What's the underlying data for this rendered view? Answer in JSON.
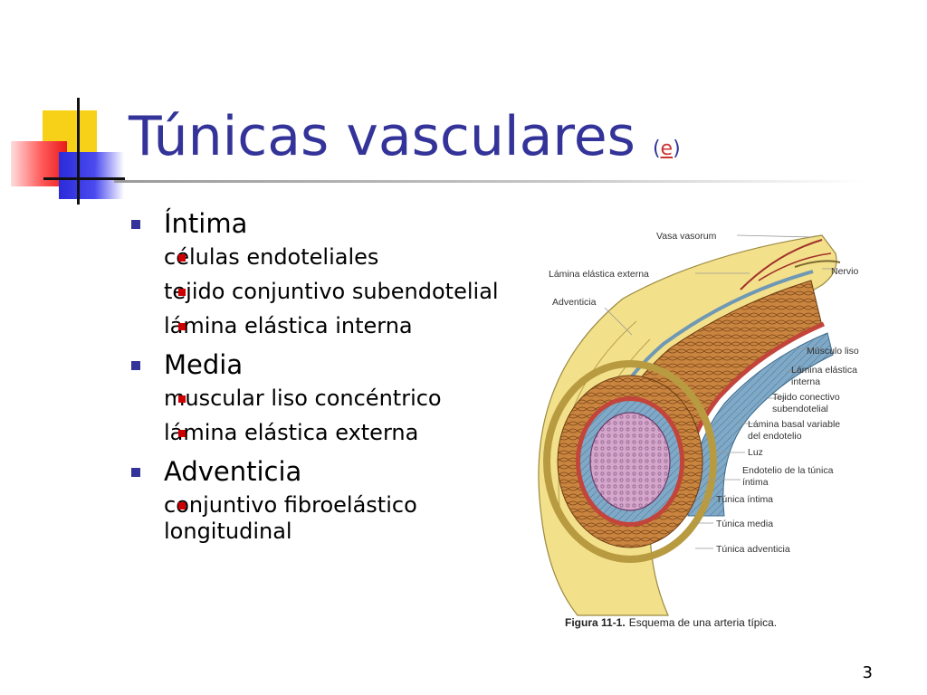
{
  "slide": {
    "title": "Túnicas vasculares",
    "title_ref_open": "(",
    "title_ref_link": "e",
    "title_ref_close": ")",
    "page_number": "3"
  },
  "bullets": [
    {
      "label": "Íntima",
      "items": [
        "células endoteliales",
        "tejido conjuntivo subendotelial",
        "lámina elástica interna"
      ]
    },
    {
      "label": "Media",
      "items": [
        "muscular liso concéntrico",
        "lámina elástica externa"
      ]
    },
    {
      "label": "Adventicia",
      "items": [
        "conjuntivo fibroelástico longitudinal"
      ]
    }
  ],
  "figure": {
    "labels": {
      "vasa_vasorum": "Vasa vasorum",
      "lamina_elastica_externa": "Lámina elástica externa",
      "adventicia": "Adventicia",
      "nervio": "Nervio",
      "musculo_liso": "Músculo liso",
      "lamina_elastica_interna_1": "Lámina elástica",
      "lamina_elastica_interna_2": "interna",
      "tejido_conectivo_1": "Tejido conectivo",
      "tejido_conectivo_2": "subendotelial",
      "lamina_basal_1": "Lámina basal variable",
      "lamina_basal_2": "del endotelio",
      "luz": "Luz",
      "endotelio_1": "Endotelio de la túnica",
      "endotelio_2": "íntima",
      "tunica_intima": "Túnica íntima",
      "tunica_media": "Túnica media",
      "tunica_adventicia": "Túnica adventicia"
    },
    "caption_bold": "Figura 11-1.",
    "caption_text": "Esquema de una arteria típica."
  },
  "colors": {
    "title": "#333399",
    "bullet_l1": "#333399",
    "bullet_l2": "#cc0000",
    "adventitia": "#f3e08a",
    "media": "#c9853f",
    "intima": "#7aa8c8",
    "lumen": "#c89ac0"
  }
}
